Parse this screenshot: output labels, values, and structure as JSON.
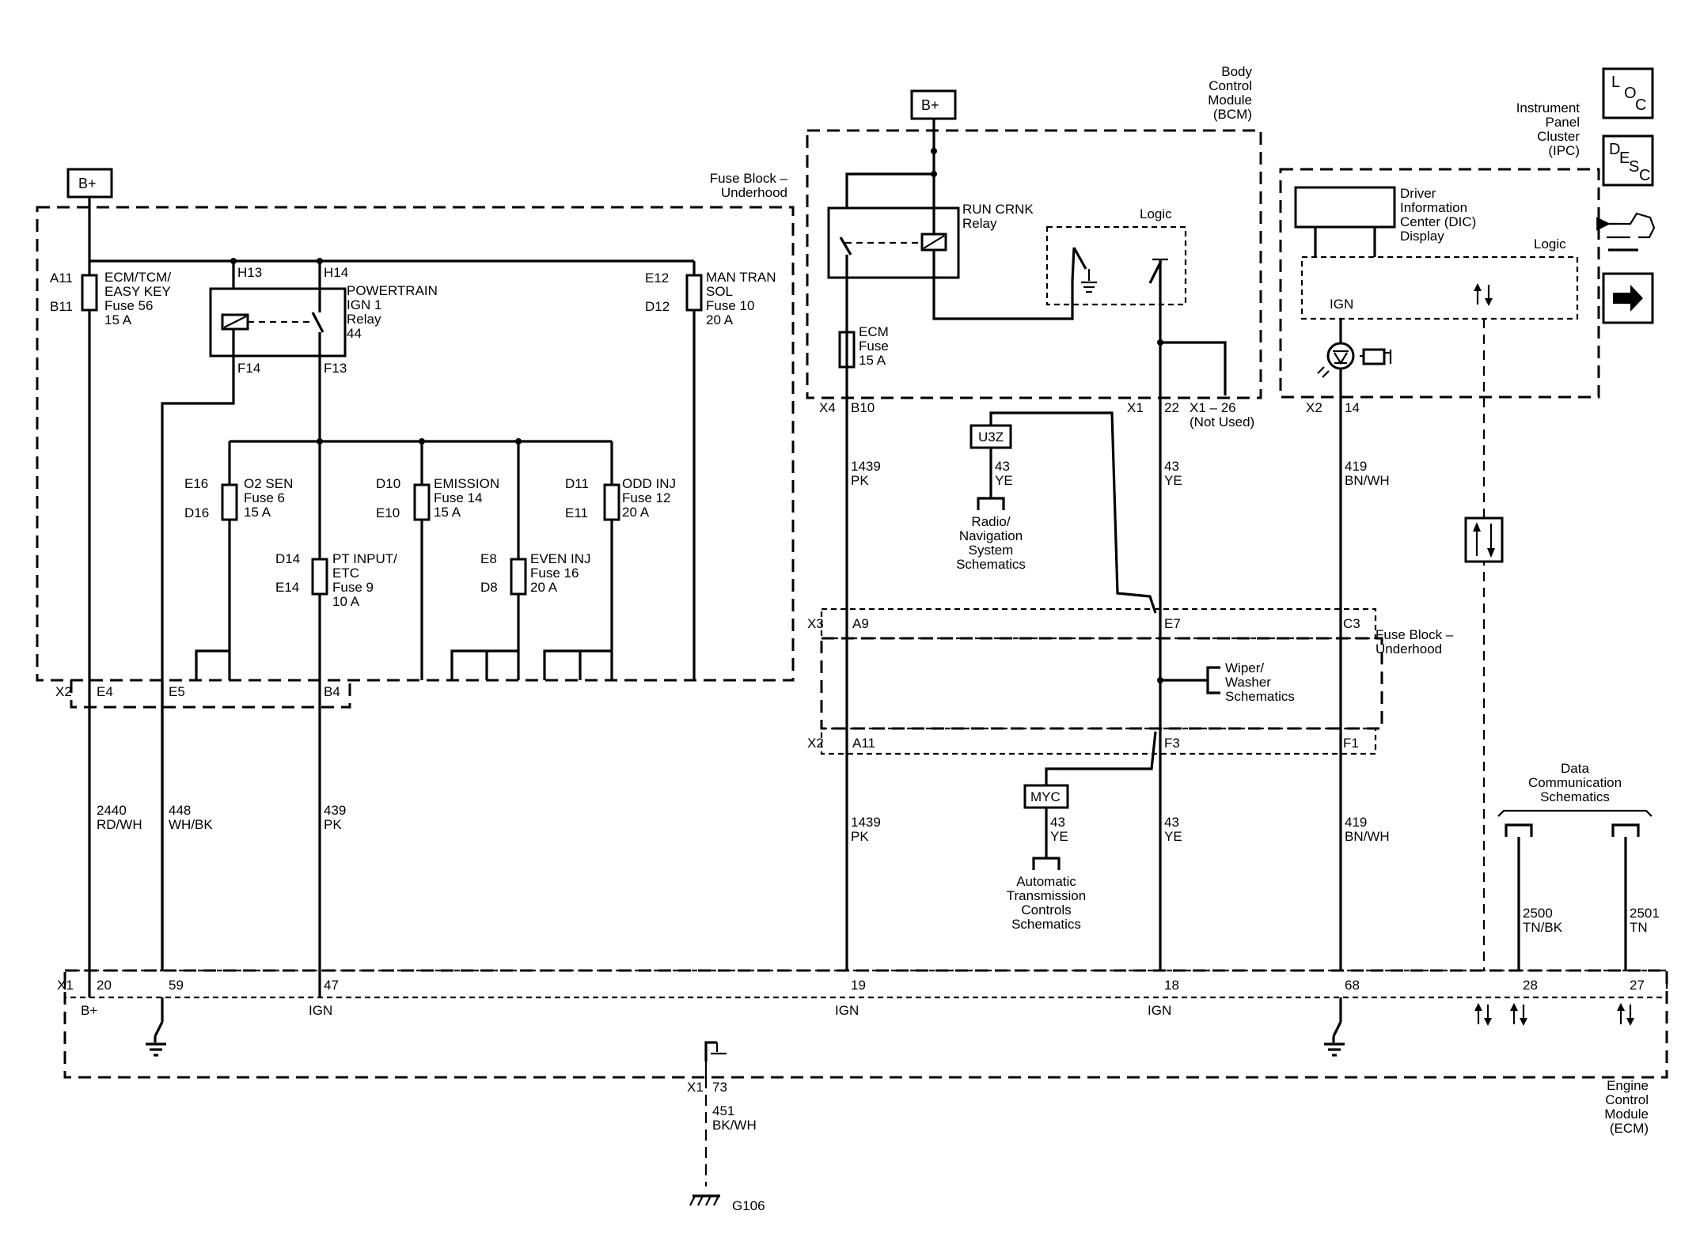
{
  "modules": {
    "fuse_block_top": [
      "Fuse Block –",
      "Underhood"
    ],
    "bcm": [
      "Body",
      "Control",
      "Module",
      "(BCM)"
    ],
    "ipc": [
      "Instrument",
      "Panel",
      "Cluster",
      "(IPC)"
    ],
    "fuse_block_mid": [
      "Fuse Block –",
      "Underhood"
    ],
    "ecm": [
      "Engine",
      "Control",
      "Module",
      "(ECM)"
    ],
    "logic": "Logic",
    "ipc_logic": "Logic"
  },
  "power": {
    "bplus": "B+"
  },
  "fuses": {
    "ecm_tcm": {
      "pins": [
        "A11",
        "B11"
      ],
      "lines": [
        "ECM/TCM/",
        "EASY KEY",
        "Fuse 56",
        "15 A"
      ]
    },
    "man_tran": {
      "pins": [
        "E12",
        "D12"
      ],
      "lines": [
        "MAN TRAN",
        "SOL",
        "Fuse 10",
        "20 A"
      ]
    },
    "o2_sen": {
      "pins": [
        "E16",
        "D16"
      ],
      "lines": [
        "O2 SEN",
        "Fuse 6",
        "15 A"
      ]
    },
    "emission": {
      "pins": [
        "D10",
        "E10"
      ],
      "lines": [
        "EMISSION",
        "Fuse 14",
        "15 A"
      ]
    },
    "odd_inj": {
      "pins": [
        "D11",
        "E11"
      ],
      "lines": [
        "ODD INJ",
        "Fuse 12",
        "20 A"
      ]
    },
    "pt_input": {
      "pins": [
        "D14",
        "E14"
      ],
      "lines": [
        "PT INPUT/",
        "ETC",
        "Fuse 9",
        "10 A"
      ]
    },
    "even_inj": {
      "pins": [
        "E8",
        "D8"
      ],
      "lines": [
        "EVEN INJ",
        "Fuse 16",
        "20 A"
      ]
    },
    "ecm_fuse": {
      "lines": [
        "ECM",
        "Fuse",
        "15 A"
      ]
    }
  },
  "relays": {
    "powertrain": {
      "pins": [
        "H13",
        "H14",
        "F14",
        "F13"
      ],
      "lines": [
        "POWERTRAIN",
        "IGN 1",
        "Relay",
        "44"
      ]
    },
    "run_crnk": {
      "lines": [
        "RUN CRNK",
        "Relay"
      ]
    }
  },
  "connectors": {
    "x2_fuse": [
      "X2",
      "E4",
      "E5",
      "B4"
    ],
    "x4_bcm": [
      "X4",
      "B10"
    ],
    "x1_bcm": [
      "X1",
      "22"
    ],
    "x1_26": [
      "X1 – 26",
      "(Not Used)"
    ],
    "x2_ipc": [
      "X2",
      "14"
    ],
    "x3_mid": [
      "X3",
      "A9",
      "E7",
      "C3"
    ],
    "x2_mid": [
      "X2",
      "A11",
      "F3",
      "F1"
    ],
    "x1_ecm": [
      "X1",
      "20",
      "59",
      "47",
      "19",
      "18",
      "68",
      "28",
      "27"
    ],
    "x1_ground": [
      "X1",
      "73"
    ]
  },
  "wires": {
    "w2440": [
      "2440",
      "RD/WH"
    ],
    "w448": [
      "448",
      "WH/BK"
    ],
    "w439": [
      "439",
      "PK"
    ],
    "w1439_top": [
      "1439",
      "PK"
    ],
    "w1439_bot": [
      "1439",
      "PK"
    ],
    "w43_u3z": [
      "43",
      "YE"
    ],
    "w43_top": [
      "43",
      "YE"
    ],
    "w43_bot": [
      "43",
      "YE"
    ],
    "w43_myc": [
      "43",
      "YE"
    ],
    "w419_top": [
      "419",
      "BN/WH"
    ],
    "w419_bot": [
      "419",
      "BN/WH"
    ],
    "w2500": [
      "2500",
      "TN/BK"
    ],
    "w2501": [
      "2501",
      "TN"
    ],
    "w451": [
      "451",
      "BK/WH"
    ]
  },
  "options": {
    "u3z": "U3Z",
    "myc": "MYC"
  },
  "references": {
    "radio": [
      "Radio/",
      "Navigation",
      "System",
      "Schematics"
    ],
    "auto_trans": [
      "Automatic",
      "Transmission",
      "Controls",
      "Schematics"
    ],
    "wiper": [
      "Wiper/",
      "Washer",
      "Schematics"
    ],
    "data_comm": [
      "Data",
      "Communication",
      "Schematics"
    ]
  },
  "dic": [
    "Driver",
    "Information",
    "Center (DIC)",
    "Display"
  ],
  "ecm_inputs": {
    "bplus": "B+",
    "ign1": "IGN",
    "ign2": "IGN",
    "ign3": "IGN",
    "ipc_ign": "IGN"
  },
  "ground": "G106",
  "side_icons": {
    "loc": [
      "L",
      "O",
      "C"
    ],
    "desc": [
      "D",
      "E",
      "S",
      "C"
    ],
    "icons": [
      "loc-icon",
      "desc-icon",
      "vehicle-network-icon",
      "next-page-arrow-icon"
    ]
  }
}
